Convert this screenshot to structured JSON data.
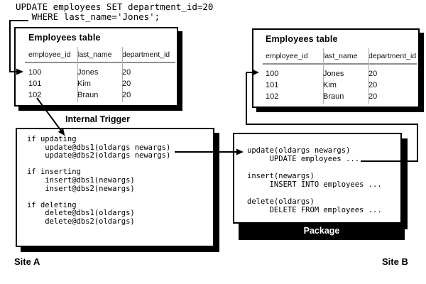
{
  "sql_statement": "UPDATE employees SET department_id=20\n   WHERE last_name='Jones';",
  "site_a": {
    "label": "Site A",
    "employees_table": {
      "title": "Employees table",
      "columns": [
        "employee_id",
        "last_name",
        "department_id"
      ],
      "rows": [
        [
          "100",
          "Jones",
          "20"
        ],
        [
          "101",
          "Kim",
          "20"
        ],
        [
          "102",
          "Braun",
          "20"
        ]
      ]
    },
    "internal_trigger": {
      "title": "Internal Trigger",
      "code": "if updating\n    update@dbs1(oldargs newargs)\n    update@dbs2(oldargs newargs)\n\nif inserting\n    insert@dbs1(newargs)\n    insert@dbs2(newargs)\n\nif deleting\n    delete@dbs1(oldargs)\n    delete@dbs2(oldargs)"
    }
  },
  "site_b": {
    "label": "Site B",
    "employees_table": {
      "title": "Employees table",
      "columns": [
        "employee_id",
        "last_name",
        "department_id"
      ],
      "rows": [
        [
          "100",
          "Jones",
          "20"
        ],
        [
          "101",
          "Kim",
          "20"
        ],
        [
          "102",
          "Braun",
          "20"
        ]
      ]
    },
    "package": {
      "label": "Package",
      "code": "update(oldargs newargs)\n     UPDATE employees ...\n\ninsert(newargs)\n     INSERT INTO employees ...\n\ndelete(oldargs)\n     DELETE FROM employees ..."
    }
  },
  "colors": {
    "line": "#000000",
    "box_shadow": "#000000",
    "column_separator": "#b0b0b0",
    "background": "#ffffff",
    "package_bar": "#000000",
    "package_bar_text": "#ffffff"
  }
}
